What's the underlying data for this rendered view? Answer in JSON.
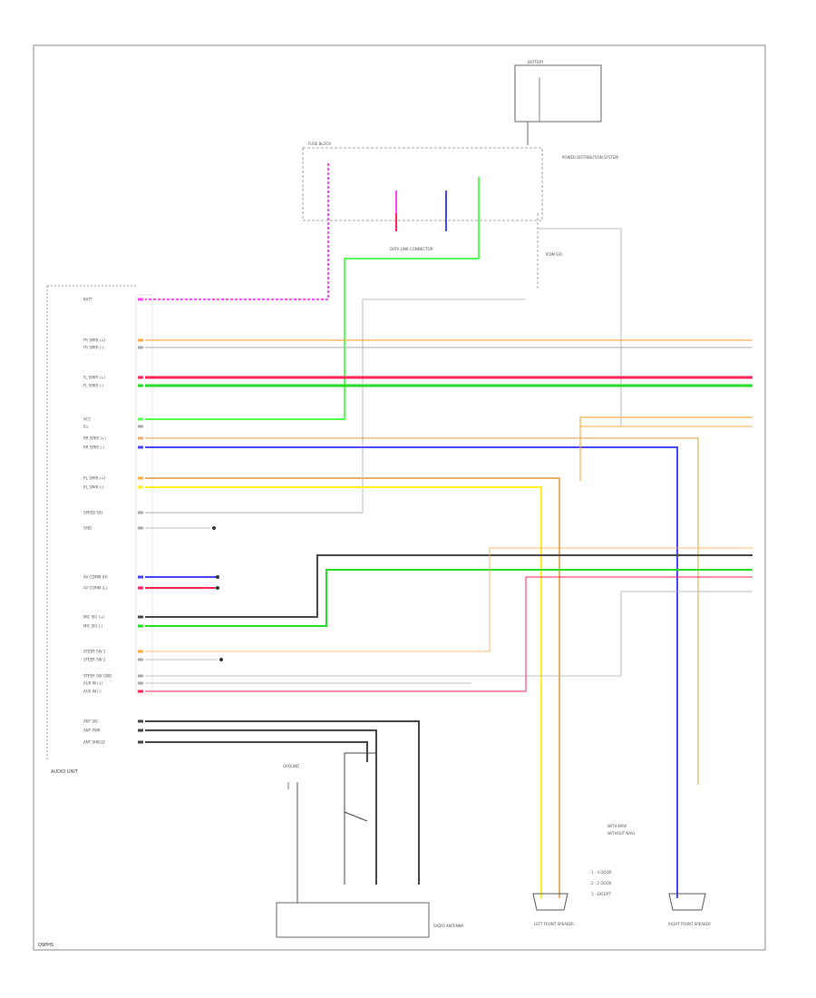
{
  "diagram": {
    "footer_code": "Q9PHS",
    "colors": {
      "pink": "#ff44ff",
      "orange": "#ffaa44",
      "red": "#ff2255",
      "green": "#22dd22",
      "light_green": "#55ff55",
      "blue": "#4444ff",
      "yellow": "#ffee22",
      "tan": "#e8b060",
      "grey": "#aaaaaa",
      "dark_grey": "#444444",
      "wire_black": "#555555"
    },
    "labels": {
      "audio_unit": "AUDIO UNIT",
      "fuse_block": "FUSE BLOCK",
      "battery": "BATTERY",
      "ipdm": "IPDM E/R",
      "left_front_speaker": "LEFT FRONT SPEAKER",
      "right_front_speaker": "RIGHT FRONT SPEAKER",
      "ground": "GROUND",
      "radio_antenna": "RADIO ANTENNA",
      "power_distribution": "POWER DISTRIBUTION SYSTEM",
      "data_link_connector": "DATA LINK CONNECTOR",
      "with_navi": "WITH NAVI",
      "without_navi": "WITHOUT NAVI",
      "legend_1": "1 - 4 DOOR",
      "legend_2": "2 - 2 DOOR",
      "legend_3": "3 - EXCEPT"
    },
    "pins": [
      {
        "label": "BATT",
        "color": "pink"
      },
      {
        "label": "FR SPKR (+)",
        "color": "orange"
      },
      {
        "label": "FR SPKR (-)",
        "color": "grey"
      },
      {
        "label": "FL SPKR (+)",
        "color": "red"
      },
      {
        "label": "FL SPKR (-)",
        "color": "green"
      },
      {
        "label": "ACC",
        "color": "light_green"
      },
      {
        "label": "ILL",
        "color": "grey"
      },
      {
        "label": "RR SPKR (+)",
        "color": "tan"
      },
      {
        "label": "RR SPKR (-)",
        "color": "blue"
      },
      {
        "label": "RL SPKR (+)",
        "color": "orange"
      },
      {
        "label": "RL SPKR (-)",
        "color": "yellow"
      },
      {
        "label": "SPEED SIG",
        "color": "grey"
      },
      {
        "label": "GND",
        "color": "grey"
      },
      {
        "label": "AV COMM (H)",
        "color": "blue"
      },
      {
        "label": "AV COMM (L)",
        "color": "red"
      },
      {
        "label": "MIC SIG (+)",
        "color": "dark_grey"
      },
      {
        "label": "MIC SIG (-)",
        "color": "green"
      },
      {
        "label": "STEER SW 1",
        "color": "orange"
      },
      {
        "label": "STEER SW 2",
        "color": "grey"
      },
      {
        "label": "STEER SW GND",
        "color": "grey"
      },
      {
        "label": "AUX IN (+)",
        "color": "grey"
      },
      {
        "label": "AUX IN (-)",
        "color": "red"
      },
      {
        "label": "ANT SIG",
        "color": "dark_grey"
      },
      {
        "label": "ANT PWR",
        "color": "dark_grey"
      },
      {
        "label": "ANT SHIELD",
        "color": "dark_grey"
      }
    ]
  }
}
